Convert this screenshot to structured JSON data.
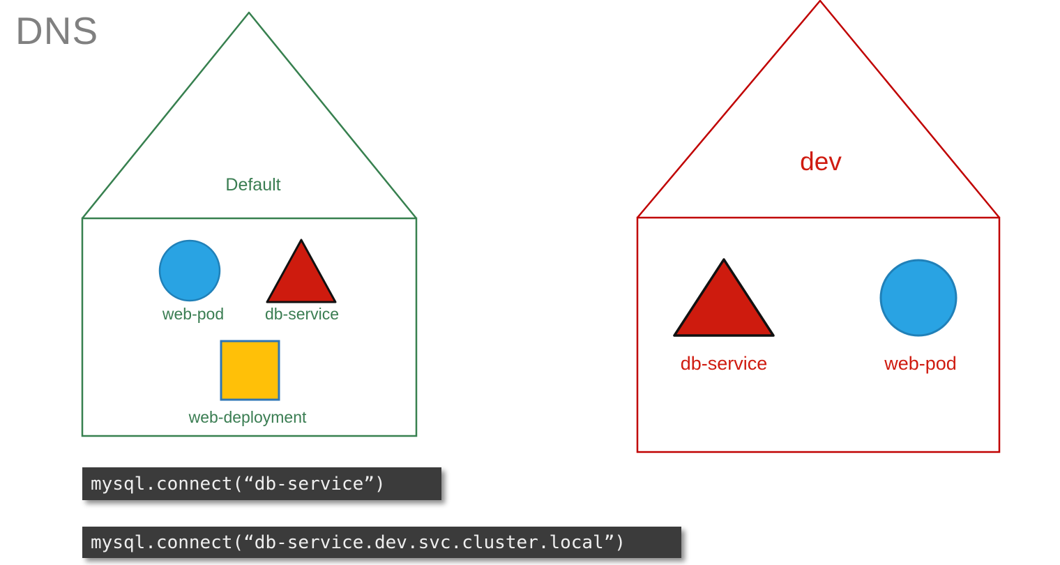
{
  "slide": {
    "title": "DNS"
  },
  "namespaces": {
    "default_ns": {
      "name": "Default",
      "items": {
        "pod": "web-pod",
        "service": "db-service",
        "deployment": "web-deployment"
      }
    },
    "dev_ns": {
      "name": "dev",
      "items": {
        "service": "db-service",
        "pod": "web-pod"
      }
    }
  },
  "code": {
    "snippet_short": "mysql.connect(“db-service”)",
    "snippet_fqdn": "mysql.connect(“db-service.dev.svc.cluster.local”)"
  },
  "colors": {
    "title_gray": "#808080",
    "default_namespace_green": "#37804F",
    "dev_namespace_red": "#C00000",
    "dev_label_red": "#CF1B10",
    "pod_circle_blue": "#29A3E3",
    "pod_circle_border": "#2080B8",
    "service_triangle_red": "#CE1B0E",
    "deployment_square_yellow": "#FFC008",
    "deployment_square_border": "#2E75B6",
    "code_background": "#3B3B3B",
    "code_text": "#EFEFEF"
  }
}
